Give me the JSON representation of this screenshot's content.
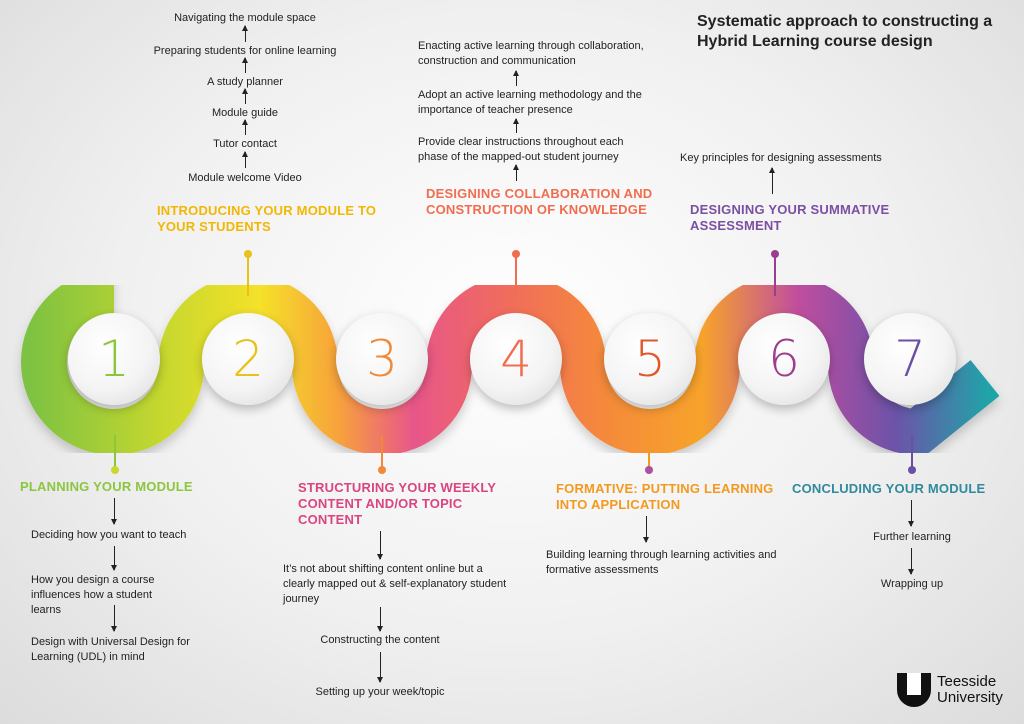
{
  "title": "Systematic approach to constructing a Hybrid Learning course design",
  "steps": [
    {
      "number": "1",
      "color": "#8cc63f",
      "heading": "PLANNING YOUR MODULE",
      "items": [
        "Deciding how you want to teach",
        "How you design a course influences how a student learns",
        "Design with Universal Design  for Learning (UDL) in mind"
      ]
    },
    {
      "number": "2",
      "color": "#f2b705",
      "heading": "INTRODUCING YOUR MODULE TO YOUR STUDENTS",
      "items": [
        "Module welcome Video",
        "Tutor contact",
        "Module guide",
        "A study planner",
        "Preparing students for online learning",
        "Navigating the module space"
      ]
    },
    {
      "number": "3",
      "color": "#e0457b",
      "heading": "STRUCTURING YOUR WEEKLY CONTENT AND/OR TOPIC CONTENT",
      "items": [
        "It’s not about shifting content online but a clearly mapped out & self-explanatory student journey",
        "Constructing the content",
        "Setting up your week/topic"
      ]
    },
    {
      "number": "4",
      "color": "#f06d4f",
      "heading": "DESIGNING COLLABORATION AND CONSTRUCTION OF KNOWLEDGE",
      "items": [
        "Provide clear instructions throughout each phase of the mapped-out student journey",
        "Adopt an active learning methodology and the importance of teacher presence",
        "Enacting active learning through collaboration, construction and communication"
      ]
    },
    {
      "number": "5",
      "color": "#f39a1e",
      "heading": "FORMATIVE: PUTTING LEARNING INTO APPLICATION",
      "items": [
        "Building learning through learning activities and formative assessments"
      ]
    },
    {
      "number": "6",
      "color": "#7b4fa3",
      "heading": "DESIGNING YOUR SUMMATIVE ASSESSMENT",
      "items": [
        "Key principles for designing assessments"
      ]
    },
    {
      "number": "7",
      "color": "#2f8a9e",
      "heading": "CONCLUDING YOUR MODULE",
      "items": [
        "Further learning",
        "Wrapping up"
      ]
    }
  ],
  "logo": {
    "line1": "Teesside",
    "line2": "University"
  }
}
